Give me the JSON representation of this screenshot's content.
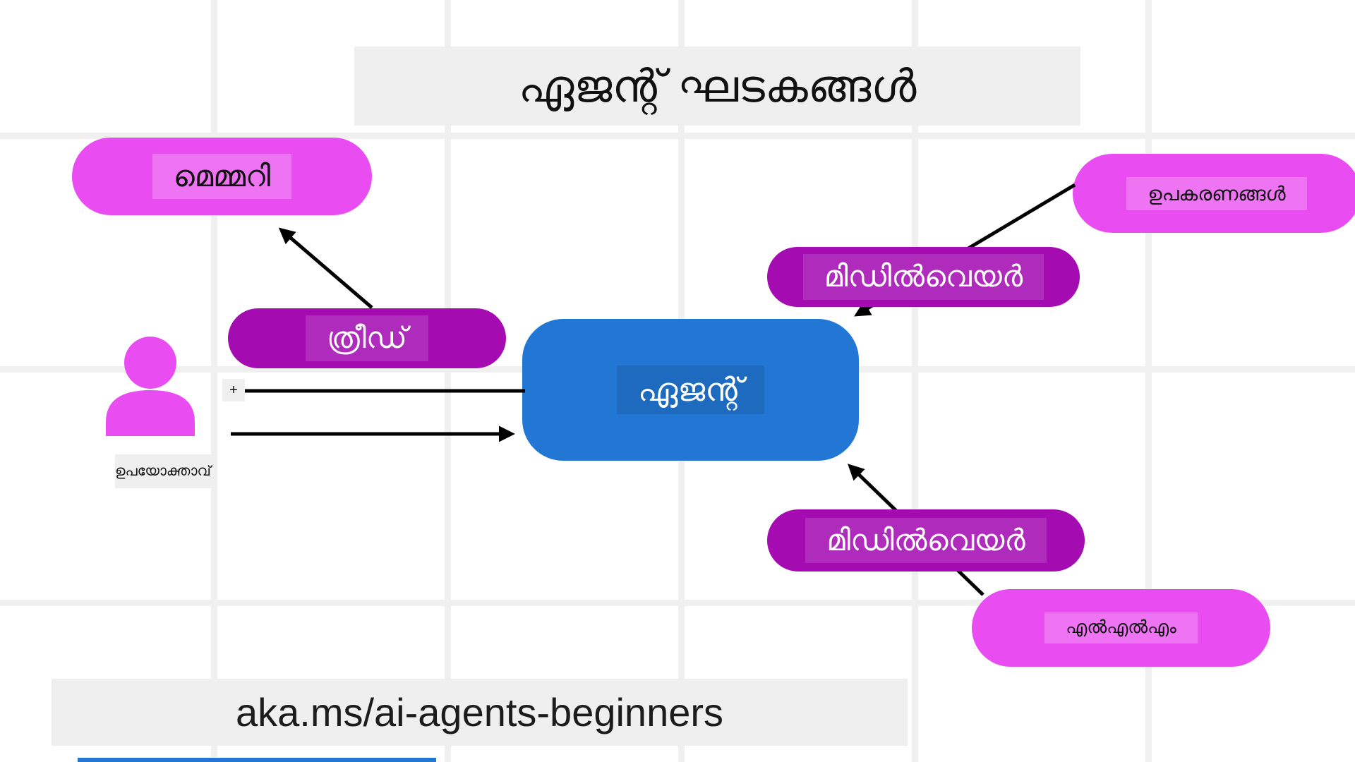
{
  "title": "ഏജന്റ് ഘടകങ്ങൾ",
  "footer": "aka.ms/ai-agents-beginners",
  "nodes": {
    "memory": {
      "label": "മെമ്മറി"
    },
    "tools": {
      "label": "ഉപകരണങ്ങൾ"
    },
    "middleware_top": {
      "label": "മിഡിൽവെയർ"
    },
    "thread": {
      "label": "ത്രീഡ്"
    },
    "agent": {
      "label": "ഏജന്റ്"
    },
    "middleware_bottom": {
      "label": "മിഡിൽവെയർ"
    },
    "llm": {
      "label": "എൽഎൽഎം"
    },
    "user": {
      "label": "ഉപയോക്താവ്"
    }
  },
  "badges": {
    "plus": "+"
  },
  "colors": {
    "magenta": "#E94DF1",
    "purple": "#A40CB2",
    "blue": "#2277D4",
    "grid": "#F0F0F0",
    "panel": "#EFEFEF",
    "arrow": "#000000"
  }
}
